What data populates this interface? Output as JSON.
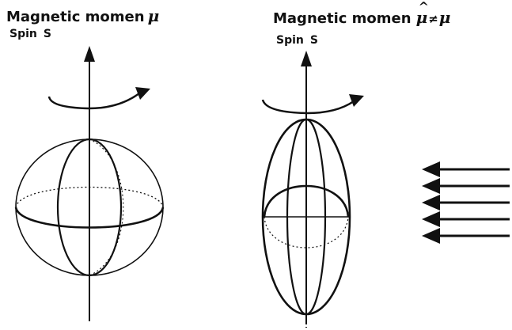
{
  "left_panel": {
    "heading_text": "Magnetic momen",
    "moment_symbol": "μ",
    "spin_text": "Spin",
    "spin_symbol": "S"
  },
  "right_panel": {
    "heading_text": "Magnetic momen",
    "moment_symbol_hat": "μ",
    "hat_mark": "^",
    "neq_symbol": "≠",
    "moment_symbol": "μ",
    "spin_text": "Spin",
    "spin_symbol": "S"
  },
  "colors": {
    "ink": "#111111",
    "background": "#ffffff"
  },
  "icons": {
    "rotation": "curved-rotation-arrow-icon",
    "field": "field-arrows-icon"
  }
}
